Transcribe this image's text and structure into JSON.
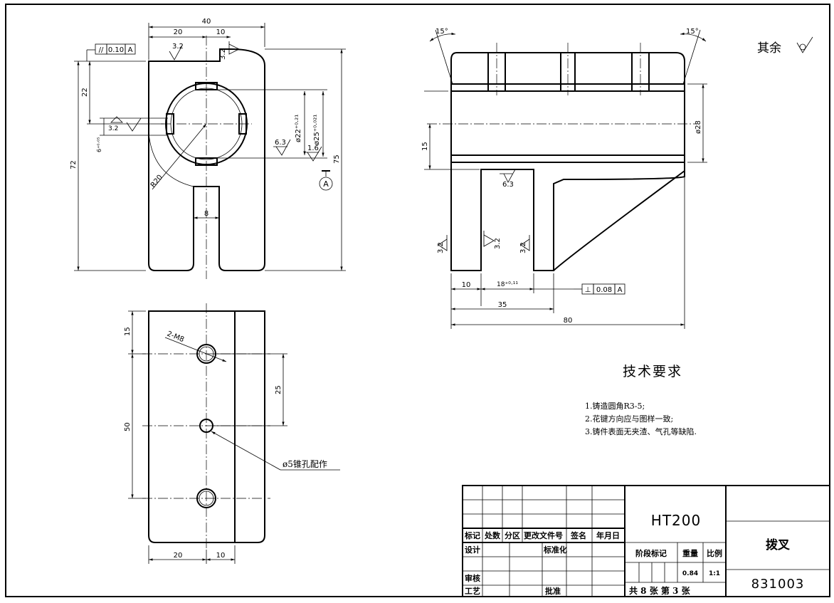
{
  "dimensions": {
    "d40": "40",
    "d20_top": "20",
    "d10_top": "10",
    "d22": "22",
    "d72": "72",
    "d75": "75",
    "d6": "6⁺⁰·⁰⁵",
    "d8": "8",
    "r20": "R20",
    "phi22": "ø22⁺⁰·²¹",
    "phi25": "ø25⁺⁰·⁰²¹",
    "d15_left": "15",
    "d50": "50",
    "d25": "25",
    "d20_bot": "20",
    "d10_bot": "10",
    "m8": "2-M8",
    "phi5": "ø5锥孔配作",
    "a15_left": "15°",
    "a15_right": "15°",
    "d15_sec": "15",
    "phi28": "ø28",
    "d10_sec": "10",
    "d18": "18⁺⁰·¹¹",
    "d35": "35",
    "d80": "80"
  },
  "tolerances": {
    "parallel_symbol": "//",
    "parallel_value": "0.10",
    "parallel_ref": "A",
    "perp_symbol": "⊥",
    "perp_value": "0.08",
    "perp_ref": "A",
    "datum": "A"
  },
  "roughness": {
    "r1": "3.2",
    "r2": "3.2",
    "r3": "3.2",
    "r4": "6.3",
    "r5": "1.6",
    "r6": "6.3",
    "r7": "3.2",
    "r8": "3.2",
    "r9": "3.2"
  },
  "rest_note": "其余",
  "requirements": {
    "title": "技术要求",
    "items": [
      "1.铸造圆角R3-5;",
      "2.花键方向应与图样一致;",
      "3.铸件表面无夹渣、气孔等缺陷."
    ]
  },
  "title_block": {
    "material": "HT200",
    "part_name": "拨叉",
    "drawing_no": "831003",
    "headers": [
      "标记",
      "处数",
      "分区",
      "更改文件号",
      "签名",
      "年月日"
    ],
    "design": "设计",
    "standardize": "标准化",
    "review": "审核",
    "process": "工艺",
    "approve": "批准",
    "stage_mark": "阶段标记",
    "weight_label": "重量",
    "scale_label": "比例",
    "weight": "0.84",
    "scale": "1:1",
    "sheets": "共  8  张  第  3  张"
  }
}
